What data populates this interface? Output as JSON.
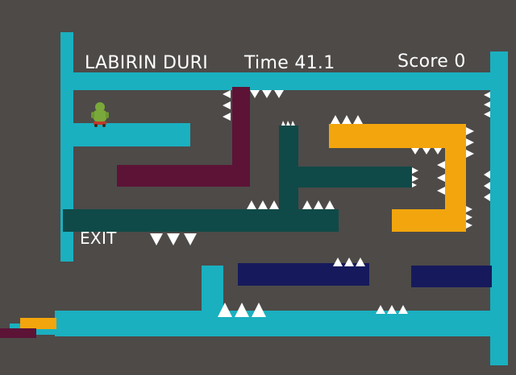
{
  "hud": {
    "title": "LABIRIN DURI",
    "time_label": "Time 41.1",
    "score_label": "Score 0"
  },
  "maze": {
    "exit_label": "EXIT"
  },
  "colors": {
    "background": "#4d4a48",
    "wall_cyan": "#1ab0c0",
    "wall_plum": "#5c1336",
    "wall_dark_green": "#0f4a48",
    "wall_orange": "#f2a50d",
    "wall_navy": "#161a5c",
    "spike": "#ffffff",
    "player": "#7aa83a"
  },
  "icons": {
    "player": "green-robot-character",
    "hazard": "white-spike-triangle"
  }
}
